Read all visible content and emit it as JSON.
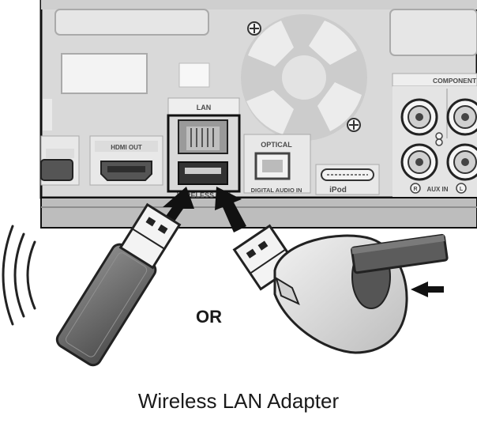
{
  "diagram": {
    "panel_labels": {
      "lan": "LAN",
      "hdmi_out": "HDMI OUT",
      "wireless_lan": "WIRELESS LAN",
      "optical": "OPTICAL",
      "digital_audio_in": "DIGITAL AUDIO IN",
      "ipod": "iPod",
      "component": "COMPONENT",
      "aux_in": "AUX IN",
      "aux_r": "R",
      "aux_l": "L"
    },
    "or_label": "OR",
    "caption": "Wireless LAN Adapter"
  },
  "colors": {
    "panel": "#d6d6d6",
    "outline": "#111111",
    "port_dark": "#555555",
    "arrow": "#111111",
    "dongle_body": "#6e6e6e"
  }
}
